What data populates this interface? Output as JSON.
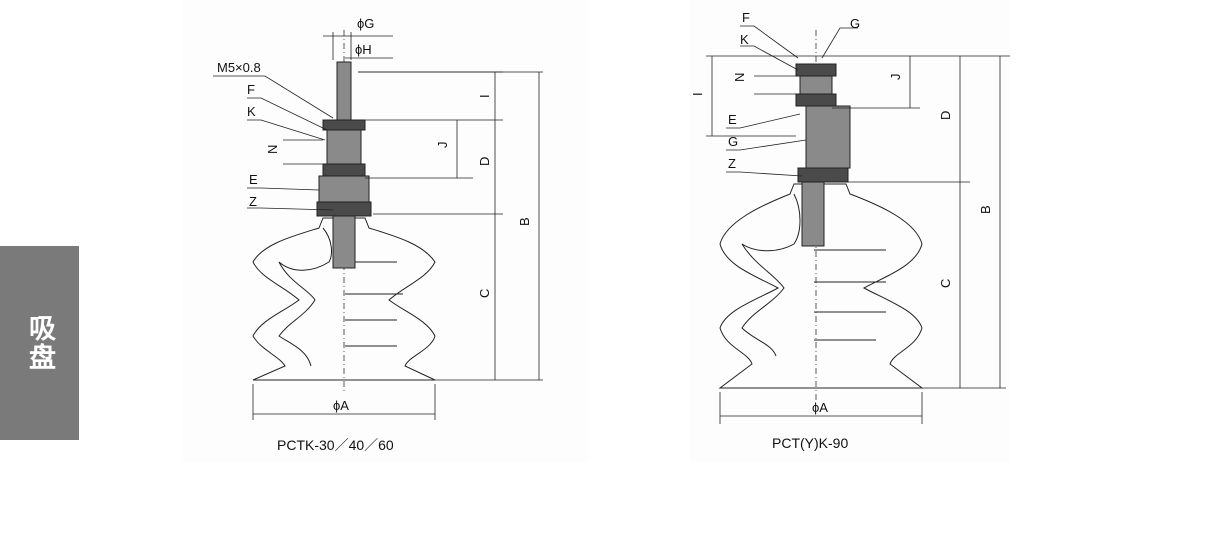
{
  "side_tab": {
    "label": "吸盘"
  },
  "left_drawing": {
    "caption": "PCTK-30／40／60",
    "labels": {
      "phiG": "ϕG",
      "phiH": "ϕH",
      "thread": "M5×0.8",
      "F": "F",
      "K": "K",
      "N": "N",
      "E": "E",
      "Z": "Z",
      "I": "I",
      "J": "J",
      "D": "D",
      "B": "B",
      "C": "C",
      "phiA": "ϕA"
    }
  },
  "right_drawing": {
    "caption": "PCT(Y)K-90",
    "labels": {
      "F": "F",
      "G_top": "G",
      "K": "K",
      "N": "N",
      "I": "I",
      "E": "E",
      "G_side": "G",
      "Z": "Z",
      "J": "J",
      "D": "D",
      "B": "B",
      "C": "C",
      "phiA": "ϕA"
    }
  },
  "colors": {
    "side_tab": "#7a7a7a",
    "line": "#222222"
  }
}
